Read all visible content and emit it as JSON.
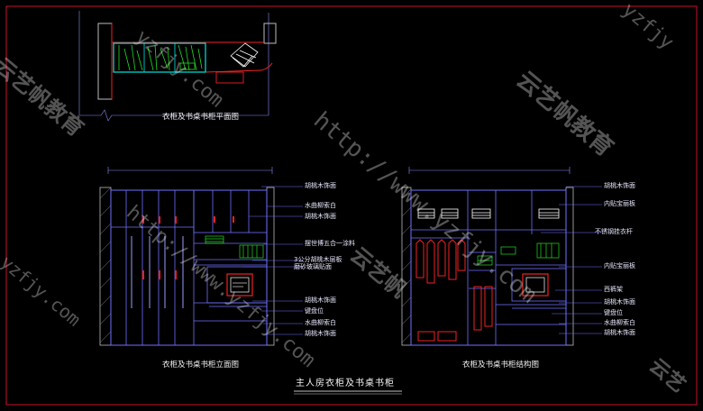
{
  "captions": {
    "plan": "衣柜及书桌书柜平面图",
    "elevation": "衣柜及书桌书柜立面图",
    "structure": "衣柜及书桌书柜结构图",
    "main": "主人房衣柜及书桌书柜"
  },
  "left_labels": [
    "胡桃木饰面",
    "水曲柳索白",
    "胡桃木饰面",
    "摆世博五合一涂料",
    "3公分胡桃木层板",
    "磨砂玻璃贴面",
    "胡桃木饰面",
    "键盘位",
    "水曲柳索白",
    "胡桃木饰面"
  ],
  "right_labels": [
    "胡桃木饰面",
    "内贴宝丽板",
    "不锈钢挂衣杆",
    "内贴宝丽板",
    "西裤架",
    "胡桃木饰面",
    "键盘位",
    "水曲柳索白",
    "胡桃木饰面"
  ],
  "watermarks": {
    "url": "http://www.yzfjy.com",
    "url_short": "yzfjy.com",
    "brand": "云艺帆教育",
    "brand_short": "云艺帆",
    "corner": "yzfjy",
    "corner_cn": "云艺"
  },
  "colors": {
    "background": "#000000",
    "frame": "#c8102e",
    "linework": "#7070ff",
    "accent_cyan": "#00e5e5",
    "accent_green": "#22dd22",
    "accent_red": "#ee2222",
    "text": "#e8e8ff"
  }
}
